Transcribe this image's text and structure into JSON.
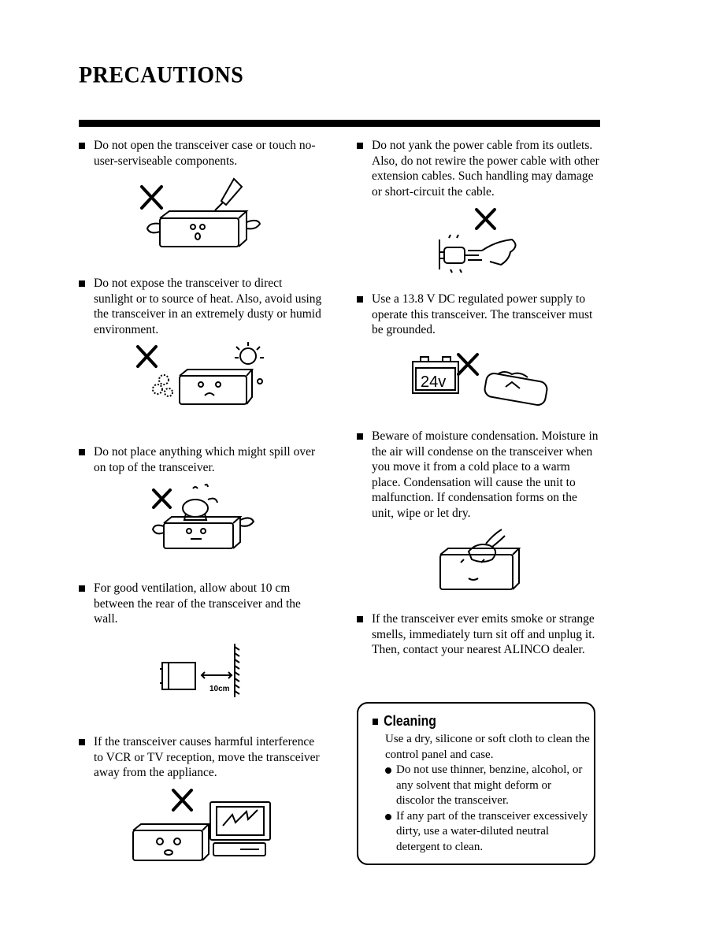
{
  "page": {
    "title": "PRECAUTIONS"
  },
  "left_column": [
    {
      "text": "Do not open the transceiver case or touch no-user-serviseable components."
    },
    {
      "text": "Do not expose the transceiver to direct sunlight or to source of heat. Also, avoid using the transceiver in an extremely dusty or humid environment."
    },
    {
      "text": "Do not place anything which might spill over on top of the transceiver."
    },
    {
      "text": "For good ventilation, allow about 10 cm between the rear of the transceiver and the wall."
    },
    {
      "text": "If the transceiver causes harmful interference to VCR or TV reception, move the transceiver away from the appliance."
    }
  ],
  "right_column": [
    {
      "text": "Do not yank the power cable from its outlets. Also, do not rewire the power cable with other extension cables. Such handling may damage or short-circuit the cable."
    },
    {
      "text": "Use a 13.8 V DC regulated power supply to operate this transceiver. The transceiver must be grounded."
    },
    {
      "text": "Beware of moisture condensation. Moisture in the air will condense on the transceiver when you move it from a cold place to a warm place. Condensation will cause the unit to malfunction. If condensation forms on the unit, wipe or let dry."
    },
    {
      "text": "If the transceiver ever emits smoke or strange smells, immediately turn sit off and unplug it. Then, contact your nearest ALINCO dealer."
    }
  ],
  "figure_labels": {
    "battery": "24v",
    "distance": "10cm"
  },
  "cleaning": {
    "title": "Cleaning",
    "intro": "Use a dry, silicone or soft cloth to clean the control panel and case.",
    "points": [
      "Do not use thinner, benzine, alcohol, or any solvent that might deform or discolor the transceiver.",
      "If any part of the transceiver excessively dirty, use a water-diluted neutral detergent to clean."
    ]
  }
}
